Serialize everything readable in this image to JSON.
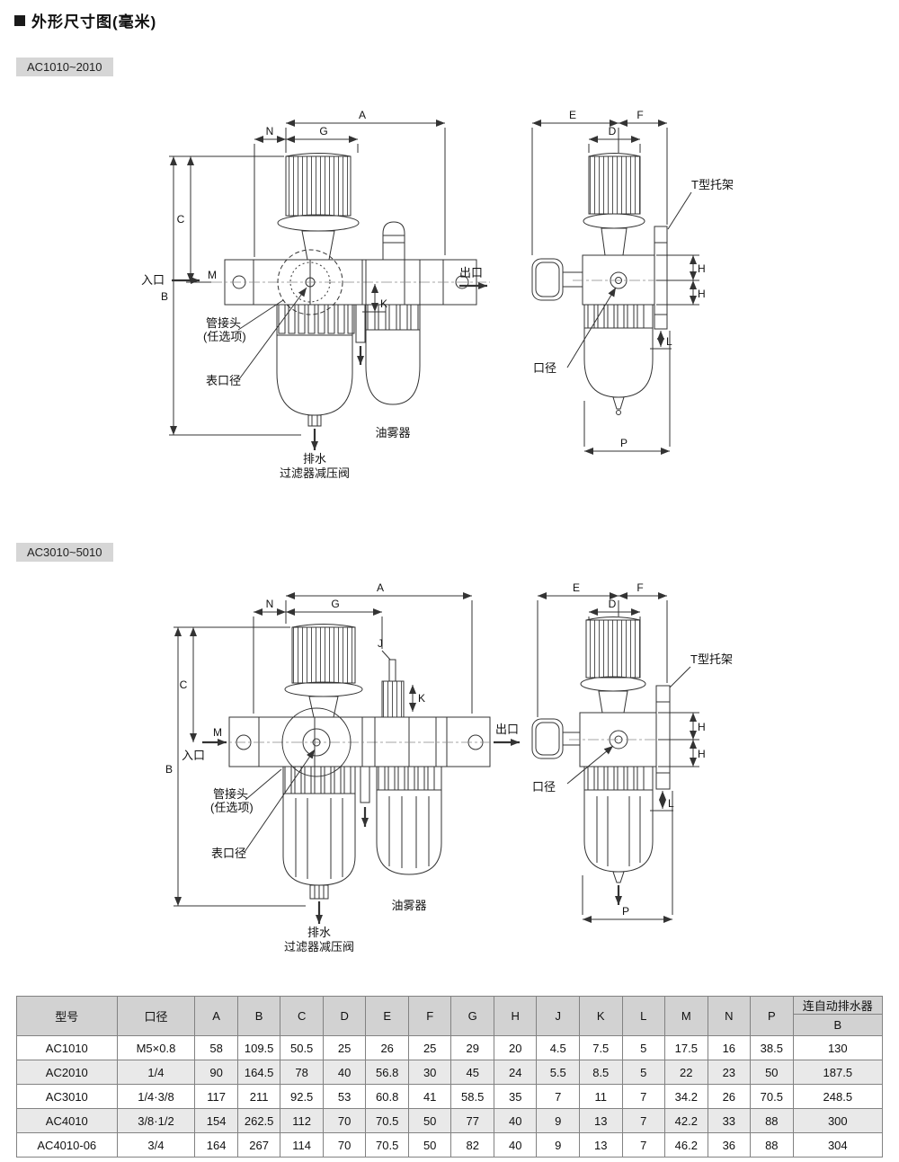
{
  "page": {
    "title": "外形尺寸图(毫米)"
  },
  "sections": {
    "s1": {
      "badge": "AC1010~2010"
    },
    "s2": {
      "badge": "AC3010~5010"
    }
  },
  "labels": {
    "inlet": "入口",
    "outlet": "出口",
    "pipe_joint": "管接头",
    "optional": "(任选项)",
    "gauge_port": "表口径",
    "drain": "排水",
    "filter_regulator": "过滤器减压阀",
    "lubricator": "油雾器",
    "t_bracket": "T型托架",
    "bore": "口径"
  },
  "dims": {
    "A": "A",
    "B": "B",
    "C": "C",
    "D": "D",
    "E": "E",
    "F": "F",
    "G": "G",
    "H": "H",
    "J": "J",
    "K": "K",
    "L": "L",
    "M": "M",
    "N": "N",
    "P": "P"
  },
  "table": {
    "model_header": "型号",
    "bore_header": "口径",
    "dim_headers": [
      "A",
      "B",
      "C",
      "D",
      "E",
      "F",
      "G",
      "H",
      "J",
      "K",
      "L",
      "M",
      "N",
      "P"
    ],
    "auto_drain_header": "连自动排水器",
    "auto_drain_sub_header": "B",
    "rows": [
      {
        "model": "AC1010",
        "bore": "M5×0.8",
        "values": [
          "58",
          "109.5",
          "50.5",
          "25",
          "26",
          "25",
          "29",
          "20",
          "4.5",
          "7.5",
          "5",
          "17.5",
          "16",
          "38.5"
        ],
        "auto_drain_b": "130"
      },
      {
        "model": "AC2010",
        "bore": "1/4",
        "values": [
          "90",
          "164.5",
          "78",
          "40",
          "56.8",
          "30",
          "45",
          "24",
          "5.5",
          "8.5",
          "5",
          "22",
          "23",
          "50"
        ],
        "auto_drain_b": "187.5"
      },
      {
        "model": "AC3010",
        "bore": "1/4·3/8",
        "values": [
          "117",
          "211",
          "92.5",
          "53",
          "60.8",
          "41",
          "58.5",
          "35",
          "7",
          "11",
          "7",
          "34.2",
          "26",
          "70.5"
        ],
        "auto_drain_b": "248.5"
      },
      {
        "model": "AC4010",
        "bore": "3/8·1/2",
        "values": [
          "154",
          "262.5",
          "112",
          "70",
          "70.5",
          "50",
          "77",
          "40",
          "9",
          "13",
          "7",
          "42.2",
          "33",
          "88"
        ],
        "auto_drain_b": "300"
      },
      {
        "model": "AC4010-06",
        "bore": "3/4",
        "values": [
          "164",
          "267",
          "114",
          "70",
          "70.5",
          "50",
          "82",
          "40",
          "9",
          "13",
          "7",
          "46.2",
          "36",
          "88"
        ],
        "auto_drain_b": "304"
      }
    ]
  }
}
